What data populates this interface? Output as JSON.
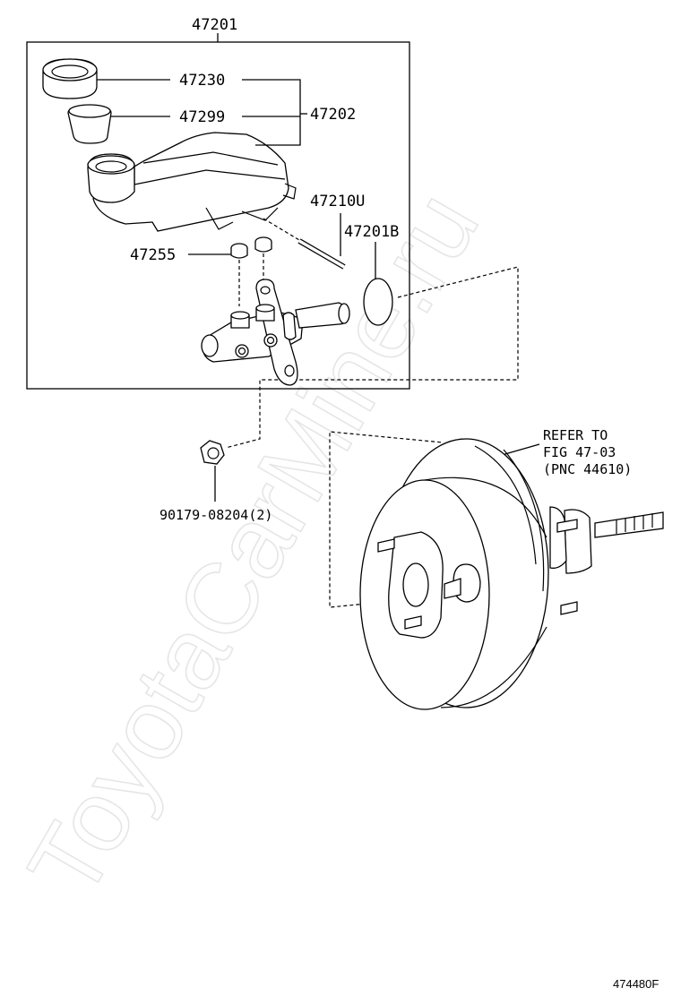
{
  "watermark": "ToyotaCarMine.ru",
  "footer": {
    "figure_code": "474480F"
  },
  "labels": {
    "assembly": "47201",
    "cap": "47230",
    "strainer": "47299",
    "reservoir_group": "47202",
    "pin": "47210U",
    "oring": "47201B",
    "grommet": "47255",
    "nut": "90179-08204(2)"
  },
  "reference": {
    "line1": "REFER TO",
    "line2": "FIG 47-03",
    "line3": "(PNC 44610)"
  }
}
